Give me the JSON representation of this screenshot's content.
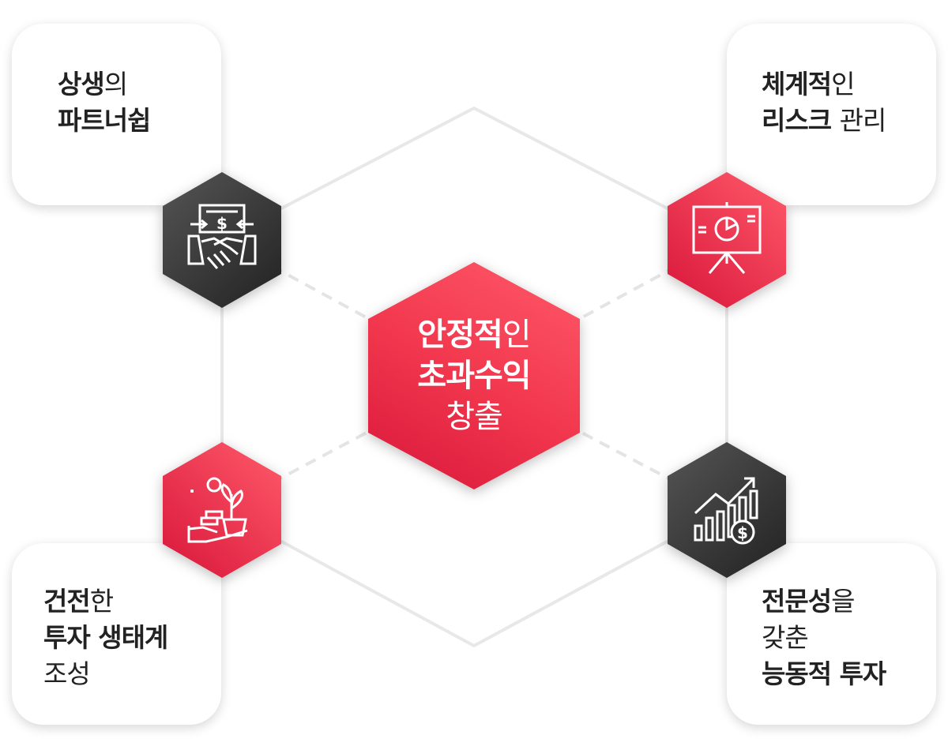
{
  "center": {
    "lines": [
      [
        {
          "t": "안정적",
          "b": true
        },
        {
          "t": "인",
          "b": false
        }
      ],
      [
        {
          "t": "초과수익",
          "b": true
        }
      ],
      [
        {
          "t": "창출",
          "b": false
        }
      ]
    ]
  },
  "cards": {
    "top_left": {
      "icon": "handshake-money-icon",
      "lines": [
        [
          {
            "t": "상생",
            "b": true
          },
          {
            "t": "의",
            "b": false
          }
        ],
        [
          {
            "t": "파트너쉽",
            "b": true
          }
        ]
      ]
    },
    "top_right": {
      "icon": "presentation-chart-icon",
      "lines": [
        [
          {
            "t": "체계적",
            "b": true
          },
          {
            "t": "인",
            "b": false
          }
        ],
        [
          {
            "t": "리스크 ",
            "b": true
          },
          {
            "t": "관리",
            "b": false
          }
        ]
      ]
    },
    "bottom_left": {
      "icon": "plant-growth-money-icon",
      "lines": [
        [
          {
            "t": "건전",
            "b": true
          },
          {
            "t": "한",
            "b": false
          }
        ],
        [
          {
            "t": "투자 생태계",
            "b": true
          }
        ],
        [
          {
            "t": "조성",
            "b": false
          }
        ]
      ]
    },
    "bottom_right": {
      "icon": "growth-chart-dollar-icon",
      "lines": [
        [
          {
            "t": "전문성",
            "b": true
          },
          {
            "t": "을",
            "b": false
          }
        ],
        [
          {
            "t": "갖춘",
            "b": false
          }
        ],
        [
          {
            "t": "능동적 투자",
            "b": true
          }
        ]
      ]
    }
  },
  "colors": {
    "red": "#e8203f",
    "dark": "#333333"
  }
}
